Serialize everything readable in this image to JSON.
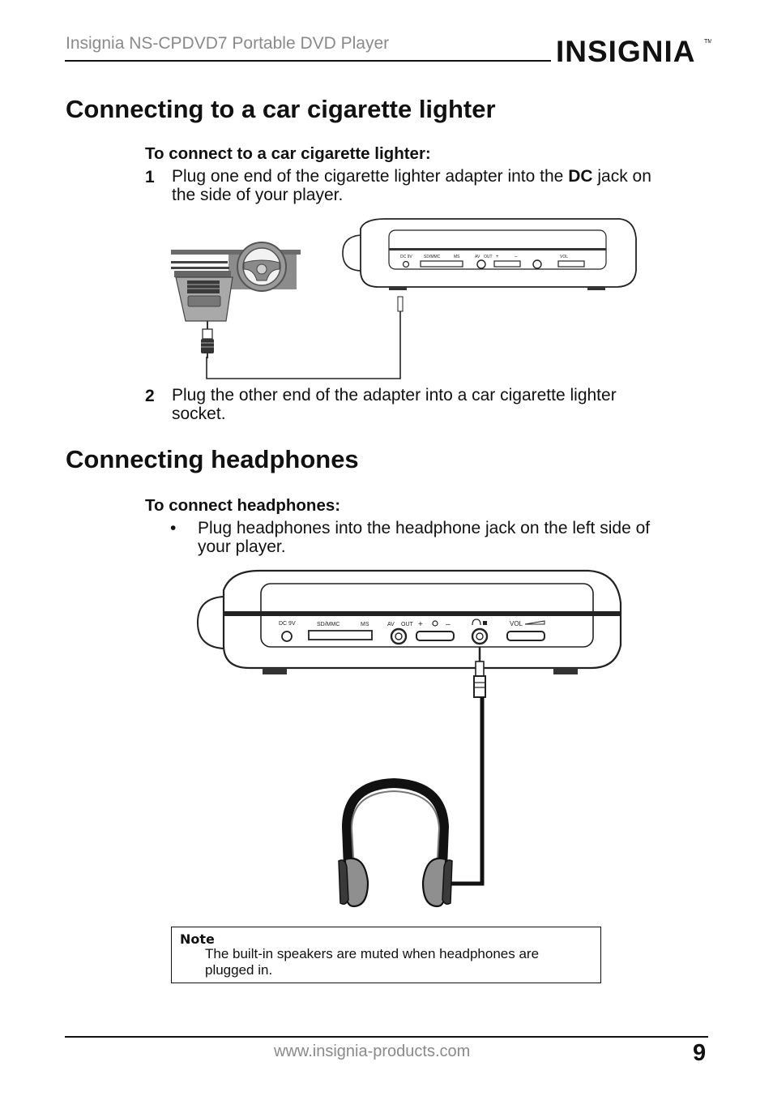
{
  "header": {
    "title": "Insignia NS-CPDVD7 Portable DVD Player",
    "logo_text": "INSIGNIA",
    "logo_tm": "TM"
  },
  "section1": {
    "heading": "Connecting to a car cigarette lighter",
    "subheading": "To connect to a car cigarette lighter:",
    "step1": {
      "number": "1",
      "text_before": "Plug one end of the cigarette lighter adapter into the ",
      "bold": "DC",
      "text_after_line1": " jack on",
      "text_line2": "the side of your player."
    },
    "step2": {
      "number": "2",
      "line1": "Plug the other end of the adapter into a car cigarette lighter",
      "line2": "socket."
    }
  },
  "section2": {
    "heading": "Connecting headphones",
    "subheading": "To connect headphones:",
    "bullet": "•",
    "bullet_line1": "Plug headphones into the headphone jack on the left side of",
    "bullet_line2": "your player."
  },
  "player_panel_labels": {
    "dc": "DC 9V",
    "card": "SD/MMC",
    "ms": "MS",
    "av": "AV",
    "out": "OUT",
    "plus": "+",
    "minus": "–",
    "vol": "VOL"
  },
  "note": {
    "title": "Note",
    "line1": "The built-in speakers are muted when headphones are",
    "line2": "plugged in."
  },
  "footer": {
    "url": "www.insignia-products.com",
    "page_number": "9"
  }
}
